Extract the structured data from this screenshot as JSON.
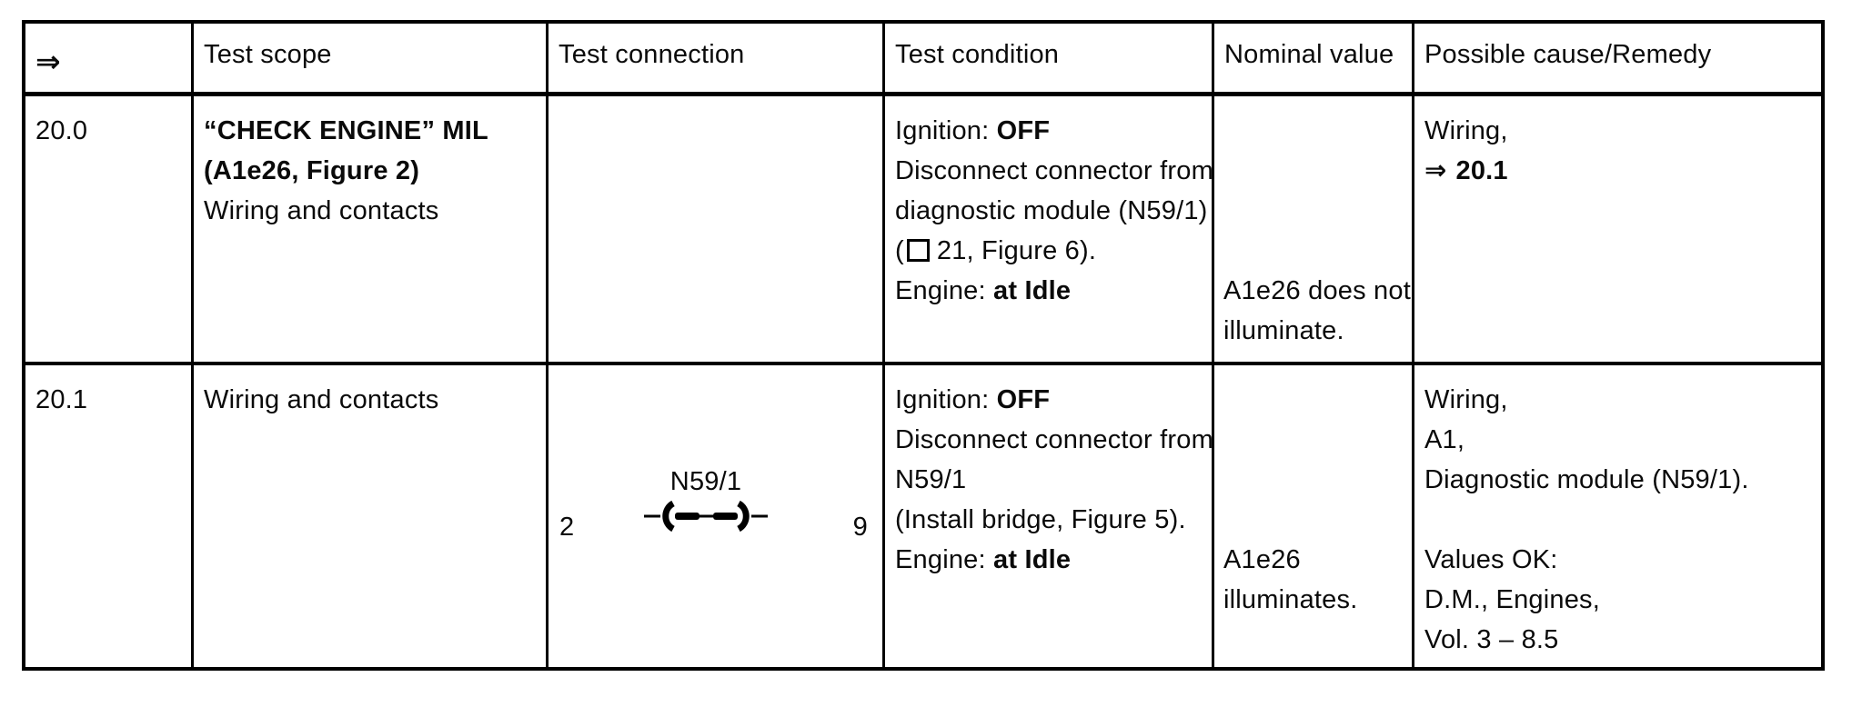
{
  "colors": {
    "paper": "#ffffff",
    "ink": "#0a0a0a",
    "table_line": "#000000"
  },
  "icons": {
    "double_arrow": "⇒",
    "connector_socket": "square-outline-icon",
    "bridge_connector": "line-paren-dash-dash-paren-line"
  },
  "table": {
    "headers": {
      "arrow": "⇒",
      "scope": "Test scope",
      "connection": "Test connection",
      "condition": "Test condition",
      "nominal": "Nominal value",
      "remedy": "Possible cause/Remedy"
    },
    "rows": [
      {
        "step": "20.0",
        "scope": {
          "title": "“CHECK ENGINE” MIL",
          "subtitle": "(A1e26, Figure 2)",
          "note": "Wiring and contacts"
        },
        "condition": {
          "ignition_label": "Ignition: ",
          "ignition_value": "OFF",
          "line2": "Disconnect connector from",
          "line3": "diagnostic module (N59/1)",
          "line4_prefix": "(",
          "line4_suffix": "21, Figure 6).",
          "engine_label": "Engine: ",
          "engine_value": "at Idle"
        },
        "nominal": {
          "l1": "A1e26 does not",
          "l2": "illuminate."
        },
        "remedy": {
          "line1": "Wiring,",
          "ref_arrow": "⇒",
          "ref_step": "20.1"
        }
      },
      {
        "step": "20.1",
        "scope": {
          "note": "Wiring and contacts"
        },
        "connection": {
          "module_label": "N59/1",
          "pin_left": "2",
          "pin_right": "9"
        },
        "condition": {
          "ignition_label": "Ignition: ",
          "ignition_value": "OFF",
          "line2": "Disconnect connector from",
          "line3": "N59/1",
          "line4": "(Install bridge, Figure 5).",
          "engine_label": "Engine: ",
          "engine_value": "at Idle"
        },
        "nominal": {
          "l1": "A1e26",
          "l2": "illuminates."
        },
        "remedy": {
          "line1": "Wiring,",
          "line2": "A1,",
          "line3": "Diagnostic module (N59/1).",
          "line4": "Values OK:",
          "line5": "D.M., Engines,",
          "line6": "Vol. 3 – 8.5"
        }
      }
    ]
  }
}
